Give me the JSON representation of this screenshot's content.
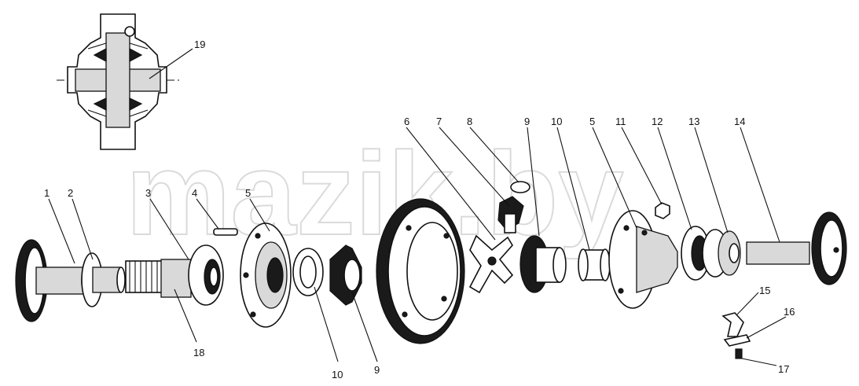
{
  "watermark": "mazik.by",
  "callouts": {
    "c1": "1",
    "c2": "2",
    "c3": "3",
    "c4": "4",
    "c5a": "5",
    "c5b": "5",
    "c6": "6",
    "c7": "7",
    "c8": "8",
    "c9a": "9",
    "c9b": "9",
    "c10a": "10",
    "c10b": "10",
    "c11": "11",
    "c12": "12",
    "c13": "13",
    "c14": "14",
    "c15": "15",
    "c16": "16",
    "c17": "17",
    "c18": "18",
    "c19": "19"
  }
}
